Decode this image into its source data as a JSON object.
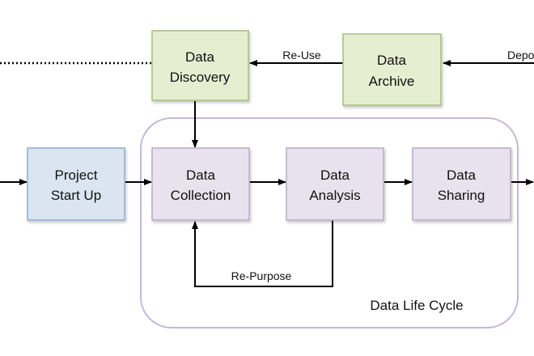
{
  "diagram": {
    "colors": {
      "green_fill": "#e6eed2",
      "green_stroke": "#a8bb7e",
      "blue_fill": "#dae5f1",
      "blue_stroke": "#90acd0",
      "purple_fill": "#e8e2ee",
      "purple_stroke": "#b9aac9",
      "region_stroke": "#c5b7d6",
      "arrow": "#000000"
    },
    "nodes": {
      "data_discovery": {
        "line1": "Data",
        "line2": "Discovery"
      },
      "data_archive": {
        "line1": "Data",
        "line2": "Archive"
      },
      "project_start_up": {
        "line1": "Project",
        "line2": "Start Up"
      },
      "data_collection": {
        "line1": "Data",
        "line2": "Collection"
      },
      "data_analysis": {
        "line1": "Data",
        "line2": "Analysis"
      },
      "data_sharing": {
        "line1": "Data",
        "line2": "Sharing"
      }
    },
    "edge_labels": {
      "reuse": "Re-Use",
      "deposit": "Depo",
      "repurpose": "Re-Purpose"
    },
    "region_label": "Data Life Cycle"
  }
}
